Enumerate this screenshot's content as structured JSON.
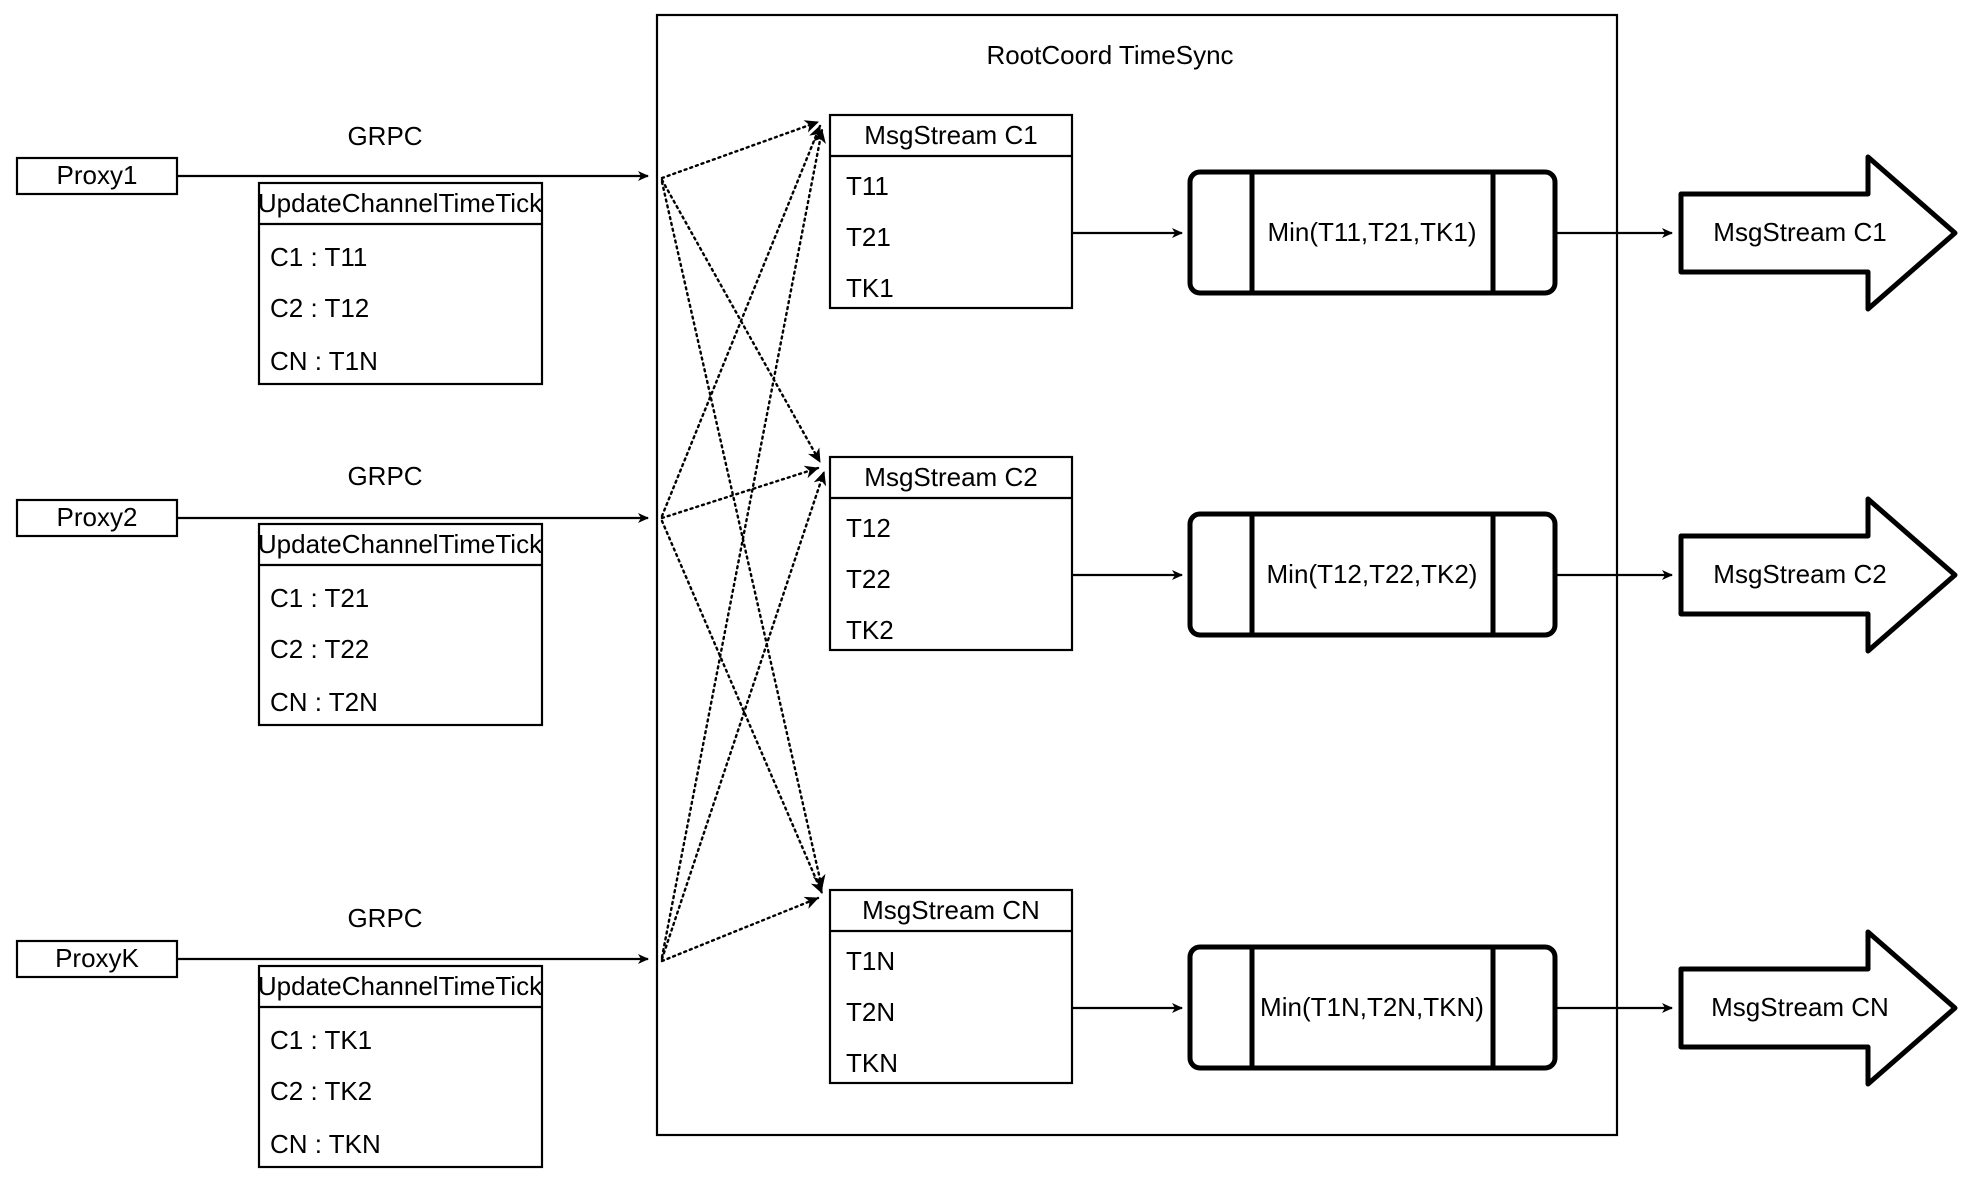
{
  "container": {
    "title": "RootCoord TimeSync"
  },
  "proxies": [
    {
      "name": "Proxy1",
      "link_label": "GRPC",
      "rpc_title": "UpdateChannelTimeTick",
      "rows": [
        "C1 :  T11",
        "C2 :  T12",
        "CN : T1N"
      ]
    },
    {
      "name": "Proxy2",
      "link_label": "GRPC",
      "rpc_title": "UpdateChannelTimeTick",
      "rows": [
        "C1 :  T21",
        "C2 :  T22",
        "CN : T2N"
      ]
    },
    {
      "name": "ProxyK",
      "link_label": "GRPC",
      "rpc_title": "UpdateChannelTimeTick",
      "rows": [
        "C1 :  TK1",
        "C2 :  TK2",
        "CN : TKN"
      ]
    }
  ],
  "channels": [
    {
      "stream_title": "MsgStream C1",
      "ticks": [
        "T11",
        "T21",
        "TK1"
      ],
      "min_label": "Min(T11,T21,TK1)",
      "output_label": "MsgStream C1"
    },
    {
      "stream_title": "MsgStream C2",
      "ticks": [
        "T12",
        "T22",
        "TK2"
      ],
      "min_label": "Min(T12,T22,TK2)",
      "output_label": "MsgStream C2"
    },
    {
      "stream_title": "MsgStream CN",
      "ticks": [
        "T1N",
        "T2N",
        "TKN"
      ],
      "min_label": "Min(T1N,T2N,TKN)",
      "output_label": "MsgStream CN"
    }
  ],
  "colors": {
    "stroke": "#000000",
    "fill": "#ffffff"
  }
}
